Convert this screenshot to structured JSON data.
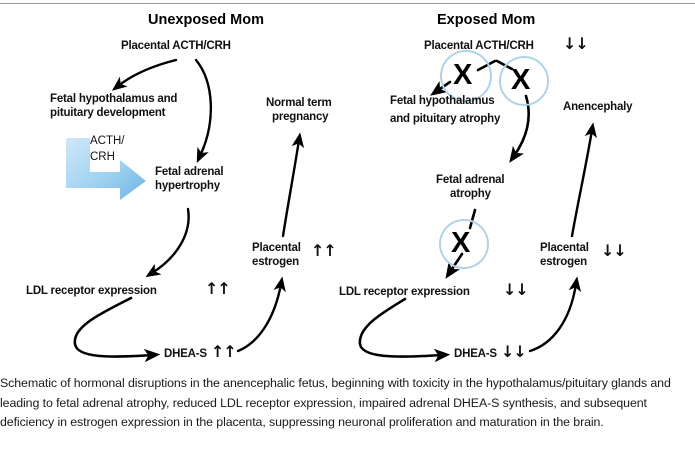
{
  "figure": {
    "panels": [
      {
        "id": "unexposed",
        "title": "Unexposed Mom",
        "nodes": {
          "placental_acth": "Placental  ACTH/CRH",
          "hypothalamus": "Fetal hypothalamus and",
          "hypothalamus2": "pituitary development",
          "acth_arrow_1": "ACTH/",
          "acth_arrow_2": "CRH",
          "adrenal_1": "Fetal adrenal",
          "adrenal_2": "hypertrophy",
          "normal_1": "Normal term",
          "normal_2": "pregnancy",
          "estrogen_1": "Placental",
          "estrogen_2": "estrogen",
          "estrogen_change": "↑↑",
          "ldl": "LDL receptor expression",
          "ldl_change": "↑↑",
          "dheas": "DHEA-S",
          "dheas_change": "↑↑"
        }
      },
      {
        "id": "exposed",
        "title": "Exposed Mom",
        "nodes": {
          "placental_acth": "Placental  ACTH/CRH",
          "placental_acth_change": "↓↓",
          "hypothalamus": "Fetal hypothalamus",
          "hypothalamus2": "and pituitary atrophy",
          "adrenal_1": "Fetal adrenal",
          "adrenal_2": "atrophy",
          "anencephaly": "Anencephaly",
          "estrogen_1": "Placental",
          "estrogen_2": "estrogen",
          "estrogen_change": "↓↓",
          "ldl": "LDL receptor expression",
          "ldl_change": "↓↓",
          "dheas": "DHEA-S",
          "dheas_change": "↓↓",
          "block_mark": "X"
        }
      }
    ],
    "colors": {
      "blue_arrow_light": "#bfe0f4",
      "blue_arrow_dark": "#5ba9dd",
      "circle_stroke": "#aed3ea",
      "line": "#000000",
      "rule": "#9a9a9a"
    }
  },
  "caption": "Schematic of hormonal disruptions in the anencephalic fetus, beginning with toxicity in the hypothalamus/pituitary glands and leading to fetal adrenal atrophy, reduced LDL receptor expression, impaired adrenal DHEA-S synthesis, and subsequent deficiency in estrogen expression in the placenta, suppressing neuronal proliferation and maturation in the brain."
}
